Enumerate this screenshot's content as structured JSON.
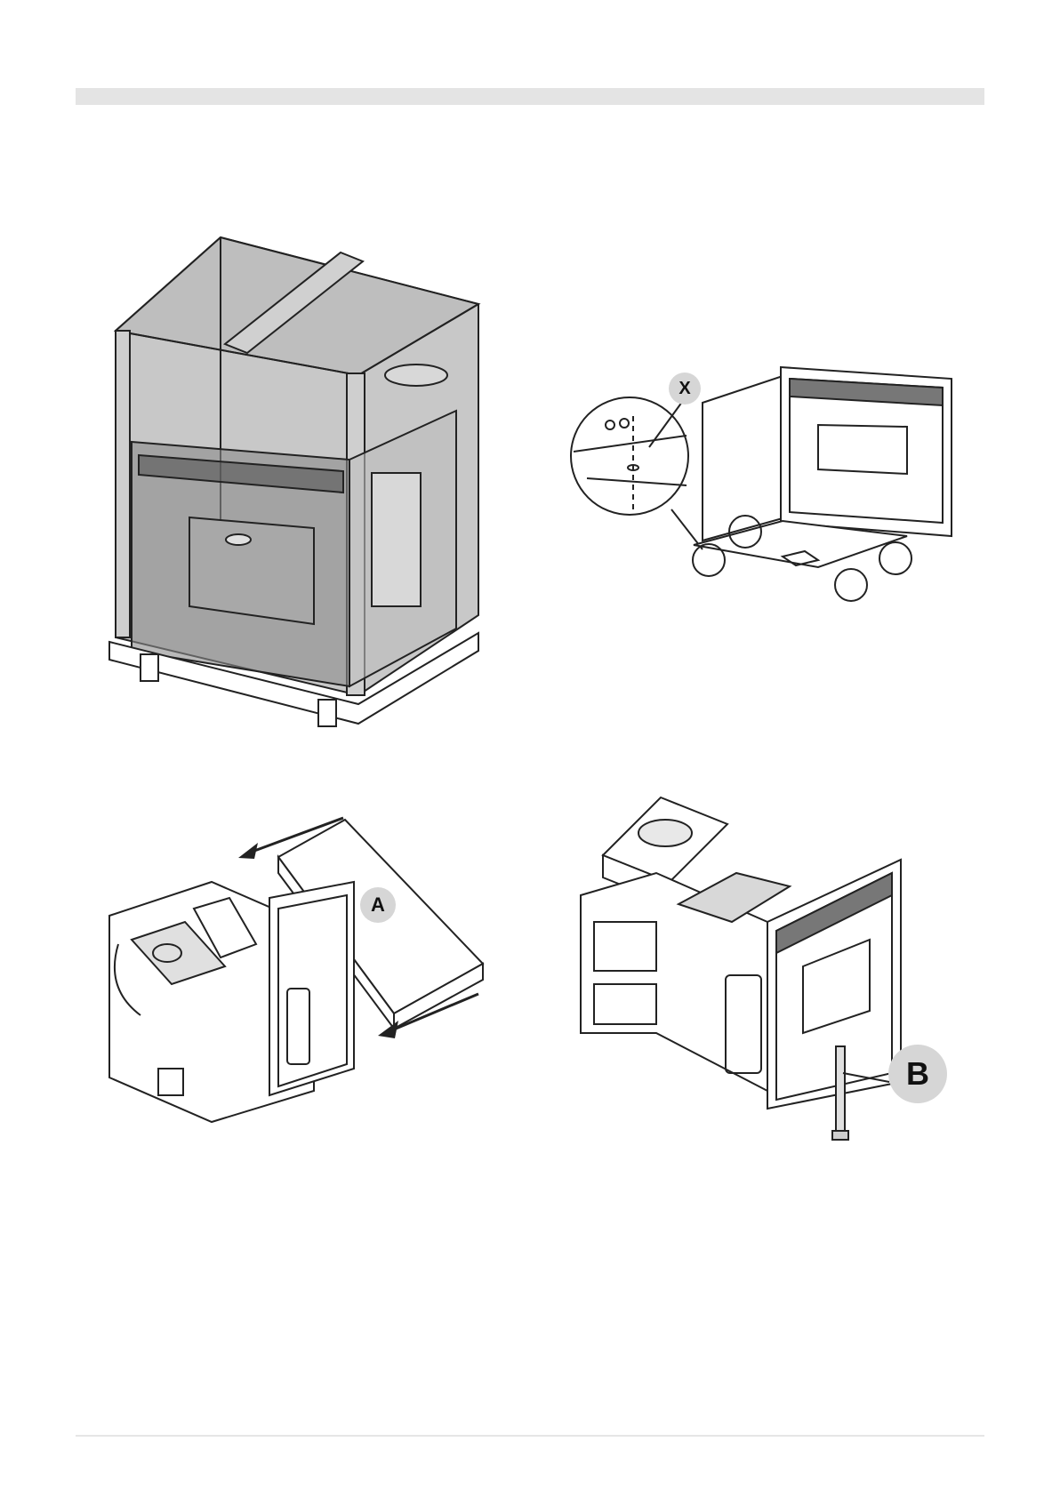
{
  "callouts": {
    "x_label": "X",
    "a_label": "A",
    "b_label": "B"
  },
  "colors": {
    "header_bar": "#e4e4e4",
    "callout_fill": "#d6d6d6",
    "line_art": "#222222",
    "packaging_tint": "#8e8e8e"
  }
}
